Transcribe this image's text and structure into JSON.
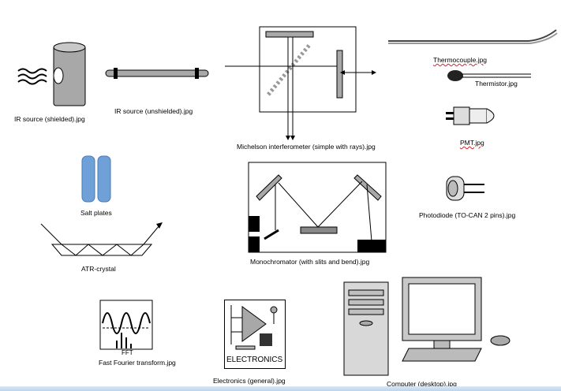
{
  "items": [
    {
      "caption": "IR source (shielded).jpg"
    },
    {
      "caption": "IR source (unshielded).jpg"
    },
    {
      "caption": "Michelson interferometer (simple with rays).jpg"
    },
    {
      "caption": "Thermocouple.jpg"
    },
    {
      "caption": "Thermistor.jpg"
    },
    {
      "caption": "PMT.jpg"
    },
    {
      "caption": "Salt plates"
    },
    {
      "caption": "Monochromator (with slits and bend).jpg"
    },
    {
      "caption": "Photodiode (TO-CAN 2 pins).jpg"
    },
    {
      "caption": "ATR-crystal"
    },
    {
      "caption": "Fast Fourier transform.jpg"
    },
    {
      "caption": "Electronics (general).jpg"
    },
    {
      "caption": "Computer (desktop).jpg"
    }
  ],
  "fft_label": "FFT",
  "electronics_label": "ELECTRONICS",
  "colors": {
    "metal": "#a8a8a8",
    "plate": "#6fa0d8",
    "background": "#ffffff"
  }
}
